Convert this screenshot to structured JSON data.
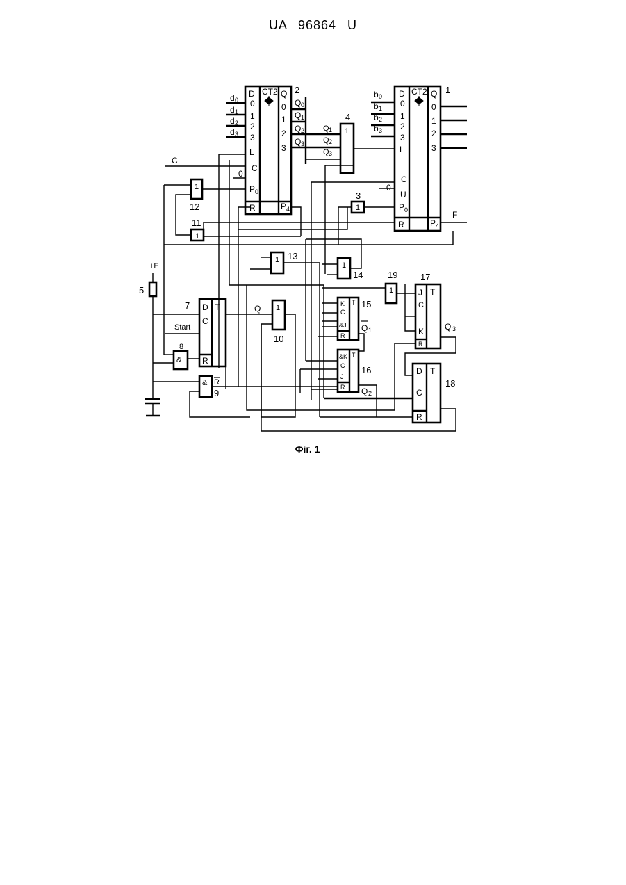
{
  "header": {
    "text": "UA   96864   U"
  },
  "caption": {
    "text": "Фіг. 1"
  },
  "block_numbers": {
    "n1": "1",
    "n2": "2",
    "n3": "3",
    "n4": "4",
    "n5": "5",
    "n7": "7",
    "n8": "8",
    "n9": "9",
    "n10": "10",
    "n11": "11",
    "n12": "12",
    "n13": "13",
    "n14": "14",
    "n15": "15",
    "n16": "16",
    "n17": "17",
    "n18": "18",
    "n19": "19"
  },
  "counter": {
    "type": "CT2",
    "d_pin": "D",
    "q_pin": "Q",
    "bit0": "0",
    "bit1": "1",
    "bit2": "2",
    "bit3": "3",
    "load": "L",
    "clock": "C",
    "up": "U",
    "p0": "P",
    "p0_sub": "0",
    "p4": "P",
    "p4_sub": "4",
    "reset": "R",
    "zero": "0"
  },
  "inputs": {
    "d": "d",
    "b": "b",
    "sub0": "0",
    "sub1": "1",
    "sub2": "2",
    "sub3": "3",
    "c": "C",
    "start": "Start",
    "plus_e": "+E"
  },
  "signals": {
    "q": "Q",
    "sub0": "0",
    "sub1": "1",
    "sub2": "2",
    "sub3": "3",
    "f": "F",
    "r_bar": "R"
  },
  "gates": {
    "or": "1",
    "and": "&"
  },
  "flipflop": {
    "d": "D",
    "t": "T",
    "c": "C",
    "r": "R",
    "j": "J",
    "k": "K",
    "and_j": "&J",
    "and_k": "&K"
  }
}
